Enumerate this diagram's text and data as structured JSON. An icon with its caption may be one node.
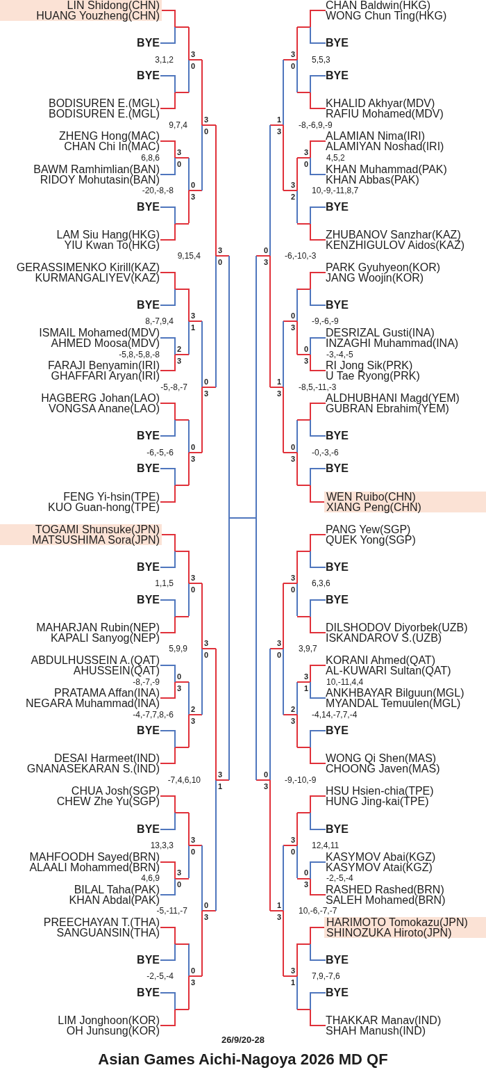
{
  "diagram": {
    "title": "Asian Games Aichi-Nagoya 2026 MD QF",
    "nodes": [
      {
        "text": [
          "LIN Shidong(CHN)",
          "HUANG Youzheng(CHN)"
        ]
      },
      {
        "text": [
          "BYE"
        ]
      },
      {
        "text": [
          "BYE"
        ]
      },
      {
        "text": [
          "BODISUREN E.(MGL)",
          "BODISUREN E.(MGL)"
        ]
      },
      {
        "text": [
          "ZHENG Hong(MAC)",
          "CHAN Chi In(MAC)"
        ]
      },
      {
        "text": [
          "BAWM Ramhimlian(BAN)",
          "RIDOY Mohutasin(BAN)"
        ]
      },
      {
        "text": [
          "BYE"
        ]
      },
      {
        "text": [
          "LAM Siu Hang(HKG)",
          "YIU Kwan To(HKG)"
        ]
      },
      {
        "text": [
          "GERASSIMENKO Kirill(KAZ)",
          "KURMANGALIYEV(KAZ)"
        ]
      },
      {
        "text": [
          "BYE"
        ]
      },
      {
        "text": [
          "ISMAIL Mohamed(MDV)",
          "AHMED Moosa(MDV)"
        ]
      },
      {
        "text": [
          "FARAJI Benyamin(IRI)",
          "GHAFFARI Aryan(IRI)"
        ]
      },
      {
        "text": [
          "HAGBERG Johan(LAO)",
          "VONGSA Anane(LAO)"
        ]
      },
      {
        "text": [
          "BYE"
        ]
      },
      {
        "text": [
          "BYE"
        ]
      },
      {
        "text": [
          "FENG Yi-hsin(TPE)",
          "KUO Guan-hong(TPE)"
        ]
      },
      {
        "text": [
          "TOGAMI Shunsuke(JPN)",
          "MATSUSHIMA Sora(JPN)"
        ]
      },
      {
        "text": [
          "BYE"
        ]
      },
      {
        "text": [
          "BYE"
        ]
      },
      {
        "text": [
          "MAHARJAN Rubin(NEP)",
          "KAPALI Sanyog(NEP)"
        ]
      },
      {
        "text": [
          "ABDULHUSSEIN A.(QAT)",
          "AHUSSEIN(QAT)"
        ]
      },
      {
        "text": [
          "PRATAMA Affan(INA)",
          "NEGARA Muhammad(INA)"
        ]
      },
      {
        "text": [
          "BYE"
        ]
      },
      {
        "text": [
          "DESAI Harmeet(IND)",
          "GNANASEKARAN S.(IND)"
        ]
      },
      {
        "text": [
          "CHUA Josh(SGP)",
          "CHEW Zhe Yu(SGP)"
        ]
      },
      {
        "text": [
          "BYE"
        ]
      },
      {
        "text": [
          "MAHFOODH Sayed(BRN)",
          "ALAALI Mohammed(BRN)"
        ]
      },
      {
        "text": [
          "BILAL Taha(PAK)",
          "KHAN Abdal(PAK)"
        ]
      },
      {
        "text": [
          "PREECHAYAN T.(THA)",
          "SANGUANSIN(THA)"
        ]
      },
      {
        "text": [
          "BYE"
        ]
      },
      {
        "text": [
          "BYE"
        ]
      },
      {
        "text": [
          "LIM Jonghoon(KOR)",
          "OH Junsung(KOR)"
        ]
      },
      {
        "text": [
          "CHAN Baldwin(HKG)",
          "WONG Chun Ting(HKG)"
        ]
      },
      {
        "text": [
          "BYE"
        ]
      },
      {
        "text": [
          "BYE"
        ]
      },
      {
        "text": [
          "KHALID Akhyar(MDV)",
          "RAFIU Mohamed(MDV)"
        ]
      },
      {
        "text": [
          "ALAMIAN Nima(IRI)",
          "ALAMIYAN Noshad(IRI)"
        ]
      },
      {
        "text": [
          "KHAN Muhammad(PAK)",
          "KHAN Abbas(PAK)"
        ]
      },
      {
        "text": [
          "BYE"
        ]
      },
      {
        "text": [
          "ZHUBANOV Sanzhar(KAZ)",
          "KENZHIGULOV Aidos(KAZ)"
        ]
      },
      {
        "text": [
          "PARK Gyuhyeon(KOR)",
          "JANG Woojin(KOR)"
        ]
      },
      {
        "text": [
          "BYE"
        ]
      },
      {
        "text": [
          "DESRIZAL Gusti(INA)",
          "INZAGHI Muhammad(INA)"
        ]
      },
      {
        "text": [
          "RI Jong Sik(PRK)",
          "U Tae Ryong(PRK)"
        ]
      },
      {
        "text": [
          "ALDHUBHANI Magd(YEM)",
          "GUBRAN Ebrahim(YEM)"
        ]
      },
      {
        "text": [
          "BYE"
        ]
      },
      {
        "text": [
          "BYE"
        ]
      },
      {
        "text": [
          "WEN Ruibo(CHN)",
          "XIANG Peng(CHN)"
        ]
      },
      {
        "text": [
          "PANG Yew(SGP)",
          "QUEK Yong(SGP)"
        ]
      },
      {
        "text": [
          "BYE"
        ]
      },
      {
        "text": [
          "BYE"
        ]
      },
      {
        "text": [
          "DILSHODOV Diyorbek(UZB)",
          "ISKANDAROV S.(UZB)"
        ]
      },
      {
        "text": [
          "KORANI Ahmed(QAT)",
          "AL-KUWARI Sultan(QAT)"
        ]
      },
      {
        "text": [
          "ANKHBAYAR Bilguun(MGL)",
          "MYANDAL Temuulen(MGL)"
        ]
      },
      {
        "text": [
          "BYE"
        ]
      },
      {
        "text": [
          "WONG Qi Shen(MAS)",
          "CHOONG Javen(MAS)"
        ]
      },
      {
        "text": [
          "HSU Hsien-chia(TPE)",
          "HUNG Jing-kai(TPE)"
        ]
      },
      {
        "text": [
          "BYE"
        ]
      },
      {
        "text": [
          "KASYMOV Abai(KGZ)",
          "KASYMOV Atai(KGZ)"
        ]
      },
      {
        "text": [
          "RASHED Rashed(BRN)",
          "SALEH Mohamed(BRN)"
        ]
      },
      {
        "text": [
          "HARIMOTO Tomokazu(JPN)",
          "SHINOZUKA Hiroto(JPN)"
        ]
      },
      {
        "text": [
          "BYE"
        ]
      },
      {
        "text": [
          "BYE"
        ]
      },
      {
        "text": [
          "THAKKAR Manav(IND)",
          "SHAH Manush(IND)"
        ]
      }
    ],
    "edges": [
      {
        "from": 0,
        "to": 1,
        "arrow": "none",
        "color": "#e0313a"
      },
      {
        "from": 3,
        "to": 2,
        "arrow": "none",
        "color": "#e0313a"
      },
      {
        "from": 4,
        "to": 5,
        "arrow": "none",
        "color": "#e0313a"
      },
      {
        "from": 7,
        "to": 6,
        "arrow": "none",
        "color": "#e0313a"
      },
      {
        "from": 8,
        "to": 9,
        "arrow": "none",
        "color": "#e0313a"
      },
      {
        "from": 11,
        "to": 10,
        "arrow": "none",
        "color": "#e0313a"
      },
      {
        "from": 12,
        "to": 13,
        "arrow": "none",
        "color": "#e0313a"
      },
      {
        "from": 15,
        "to": 14,
        "arrow": "none",
        "color": "#e0313a"
      },
      {
        "from": 16,
        "to": 17,
        "arrow": "none",
        "color": "#e0313a"
      },
      {
        "from": 19,
        "to": 18,
        "arrow": "none",
        "color": "#e0313a"
      },
      {
        "from": 21,
        "to": 20,
        "arrow": "none",
        "color": "#e0313a"
      },
      {
        "from": 23,
        "to": 22,
        "arrow": "none",
        "color": "#e0313a"
      },
      {
        "from": 24,
        "to": 25,
        "arrow": "none",
        "color": "#e0313a"
      },
      {
        "from": 26,
        "to": 27,
        "arrow": "none",
        "color": "#e0313a"
      },
      {
        "from": 28,
        "to": 29,
        "arrow": "none",
        "color": "#e0313a"
      },
      {
        "from": 31,
        "to": 30,
        "arrow": "none",
        "color": "#e0313a"
      },
      {
        "from": 32,
        "to": 33,
        "arrow": "none",
        "color": "#e0313a"
      },
      {
        "from": 35,
        "to": 34,
        "arrow": "none",
        "color": "#e0313a"
      },
      {
        "from": 36,
        "to": 37,
        "arrow": "none",
        "color": "#e0313a"
      },
      {
        "from": 39,
        "to": 38,
        "arrow": "none",
        "color": "#e0313a"
      },
      {
        "from": 40,
        "to": 41,
        "arrow": "none",
        "color": "#e0313a"
      },
      {
        "from": 43,
        "to": 42,
        "arrow": "none",
        "color": "#e0313a"
      },
      {
        "from": 44,
        "to": 45,
        "arrow": "none",
        "color": "#e0313a"
      },
      {
        "from": 47,
        "to": 46,
        "arrow": "none",
        "color": "#e0313a"
      },
      {
        "from": 48,
        "to": 49,
        "arrow": "none",
        "color": "#e0313a"
      },
      {
        "from": 51,
        "to": 50,
        "arrow": "none",
        "color": "#e0313a"
      },
      {
        "from": 52,
        "to": 53,
        "arrow": "none",
        "color": "#e0313a"
      },
      {
        "from": 55,
        "to": 54,
        "arrow": "none",
        "color": "#e0313a"
      },
      {
        "from": 56,
        "to": 57,
        "arrow": "none",
        "color": "#e0313a"
      },
      {
        "from": 59,
        "to": 58,
        "arrow": "none",
        "color": "#e0313a"
      },
      {
        "from": 60,
        "to": 61,
        "arrow": "none",
        "color": "#e0313a"
      },
      {
        "from": 63,
        "to": 62,
        "arrow": "none",
        "color": "#e0313a"
      }
    ],
    "labels": [
      "3,1,2",
      "3",
      "0",
      "9,7,4",
      "3",
      "0",
      "6,8,6",
      "3",
      "0",
      "-20,-8,-8",
      "0",
      "3",
      "9,15,4",
      "3",
      "0",
      "8,-7,9,4",
      "3",
      "1",
      "-5,8,-5,8,-8",
      "2",
      "3",
      "-5,-8,-7",
      "0",
      "3",
      "-6,-5,-6",
      "0",
      "3",
      "1,1,5",
      "3",
      "0",
      "5,9,9",
      "3",
      "0",
      "-8,-7,-9",
      "0",
      "3",
      "-4,-7,7,8,-6",
      "2",
      "3",
      "-7,4,6,10",
      "3",
      "1",
      "13,3,3",
      "3",
      "0",
      "4,6,9",
      "3",
      "0",
      "-5,-11,-7",
      "0",
      "3",
      "-2,-5,-4",
      "0",
      "3",
      "5,5,3",
      "3",
      "0",
      "-8,-6,9,-9",
      "1",
      "3",
      "4,5,2",
      "3",
      "0",
      "10,-9,-11,8,7",
      "3",
      "2",
      "-6,-10,-3",
      "0",
      "3",
      "-9,-6,-9",
      "0",
      "3",
      "-3,-4,-5",
      "0",
      "3",
      "-8,5,-11,-3",
      "1",
      "3",
      "-0,-3,-6",
      "0",
      "3",
      "6,3,6",
      "3",
      "0",
      "3,9,7",
      "3",
      "0",
      "10,-11,4,4",
      "3",
      "1",
      "-4,14,-7,7,-4",
      "2",
      "3",
      "-9,-10,-9",
      "0",
      "3",
      "12,4,11",
      "3",
      "0",
      "-2,-5,-4",
      "0",
      "3",
      "10,-6,-7,-7",
      "1",
      "3",
      "7,9,-7,6",
      "3",
      "1",
      "26/9/20-28"
    ]
  }
}
